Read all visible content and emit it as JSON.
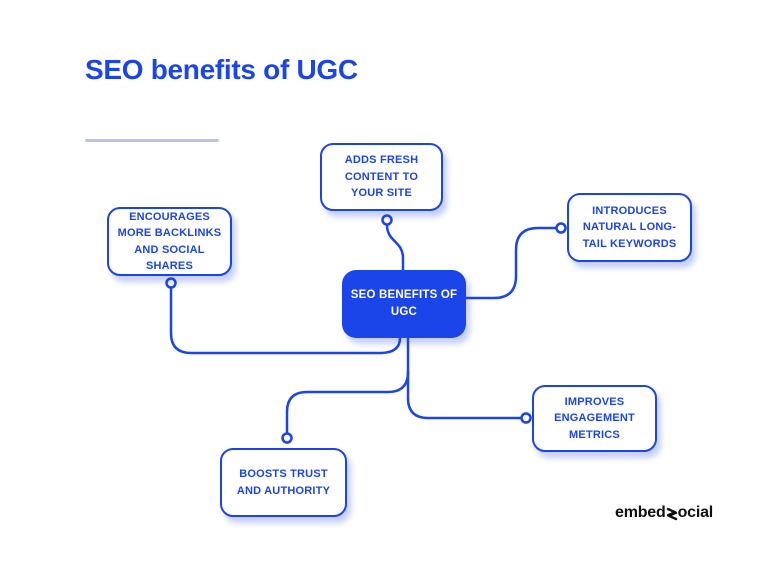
{
  "header": {
    "title": "SEO benefits of UGC"
  },
  "diagram": {
    "center": {
      "id": "seo-benefits-of-ugc",
      "label": "SEO BENEFITS OF\nUGC"
    },
    "nodes": [
      {
        "id": "fresh-content",
        "label": "ADDS FRESH\nCONTENT TO\nYOUR SITE"
      },
      {
        "id": "backlinks",
        "label": "ENCOURAGES\nMORE BACKLINKS\nAND SOCIAL\nSHARES"
      },
      {
        "id": "keywords",
        "label": "INTRODUCES\nNATURAL LONG-\nTAIL KEYWORDS"
      },
      {
        "id": "engagement",
        "label": "IMPROVES\nENGAGEMENT\nMETRICS"
      },
      {
        "id": "trust",
        "label": "BOOSTS TRUST\nAND AUTHORITY"
      }
    ]
  },
  "footer": {
    "logo_prefix": "embed",
    "logo_icon": "angle-bracket-s-icon",
    "logo_suffix": "ocial"
  },
  "colors": {
    "accent": "#1b45e8",
    "accent_shadow": "rgba(27,69,232,0.25)",
    "divider": "#b7c3e8",
    "logo_text": "#111111"
  }
}
